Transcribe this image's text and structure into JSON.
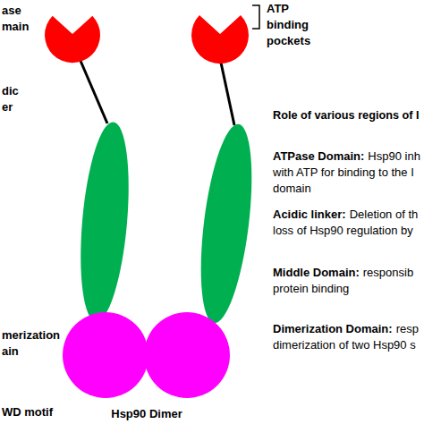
{
  "diagram": {
    "labels": [
      "ATP",
      "binding",
      "pockets",
      "ase",
      "main",
      "dic",
      "er",
      "merization",
      "ain",
      "WD motif",
      "Hsp90 Dimer",
      "Role of various regions of I",
      "ATPase Domain:",
      "Hsp90 inh",
      "with ATP for binding to the I",
      "domain",
      "Acidic linker:",
      "Deletion of th",
      "loss of Hsp90 regulation by",
      "Middle Domain:",
      "responsib",
      "protein binding",
      "Dimerization Domain:",
      "resp",
      "dimerization of two Hsp90 s"
    ]
  }
}
